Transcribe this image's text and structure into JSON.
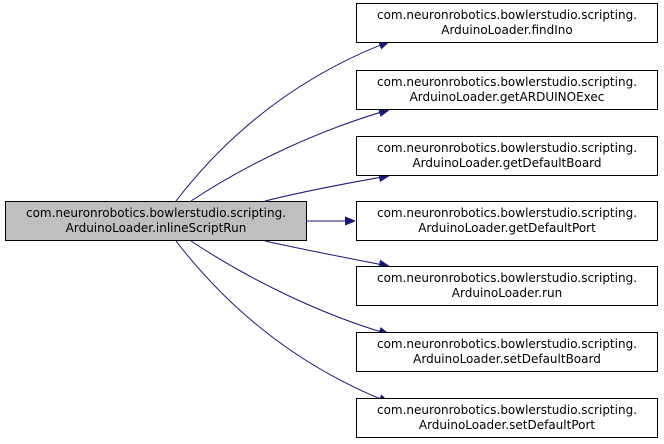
{
  "colors": {
    "edge": "#191970",
    "source_fill": "#bfbfbf",
    "target_fill": "#ffffff",
    "border": "#000000"
  },
  "source": {
    "line1": "com.neuronrobotics.bowlerstudio.scripting.",
    "line2": "ArduinoLoader.inlineScriptRun"
  },
  "targets": [
    {
      "id": "findIno",
      "line1": "com.neuronrobotics.bowlerstudio.scripting.",
      "line2": "ArduinoLoader.findIno"
    },
    {
      "id": "getARDUINOExec",
      "line1": "com.neuronrobotics.bowlerstudio.scripting.",
      "line2": "ArduinoLoader.getARDUINOExec"
    },
    {
      "id": "getDefaultBoard",
      "line1": "com.neuronrobotics.bowlerstudio.scripting.",
      "line2": "ArduinoLoader.getDefaultBoard"
    },
    {
      "id": "getDefaultPort",
      "line1": "com.neuronrobotics.bowlerstudio.scripting.",
      "line2": "ArduinoLoader.getDefaultPort"
    },
    {
      "id": "run",
      "line1": "com.neuronrobotics.bowlerstudio.scripting.",
      "line2": "ArduinoLoader.run"
    },
    {
      "id": "setDefaultBoard",
      "line1": "com.neuronrobotics.bowlerstudio.scripting.",
      "line2": "ArduinoLoader.setDefaultBoard"
    },
    {
      "id": "setDefaultPort",
      "line1": "com.neuronrobotics.bowlerstudio.scripting.",
      "line2": "ArduinoLoader.setDefaultPort"
    }
  ]
}
